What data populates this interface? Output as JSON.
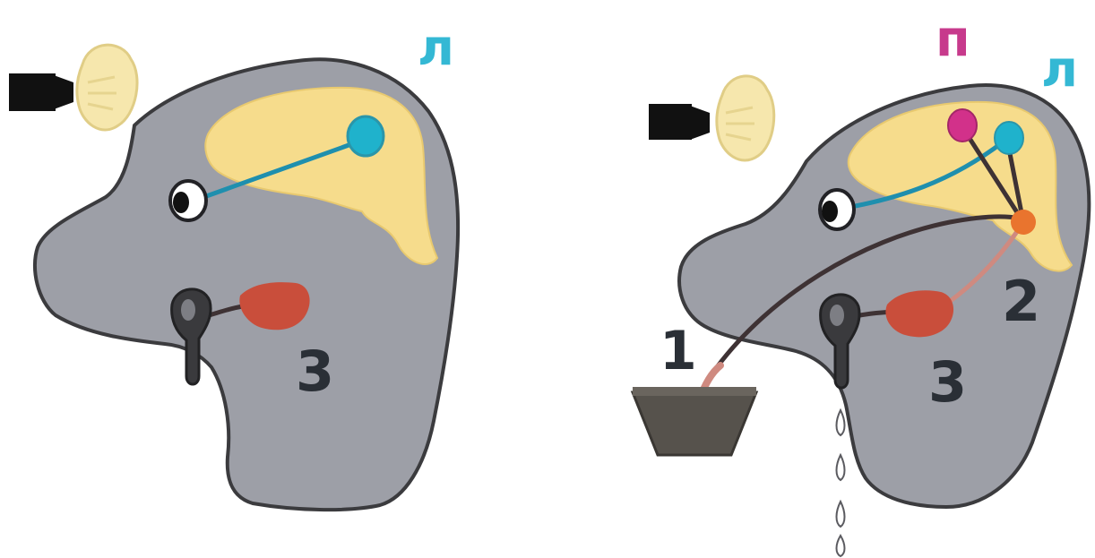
{
  "colors": {
    "background": "#ffffff",
    "head_fill": "#9d9fa7",
    "head_outline": "#3b3b3e",
    "brain": "#f6dc8c",
    "visual_center": "#1fb2cc",
    "food_center": "#d2318a",
    "salivary_center": "#e9742e",
    "salivary_gland": "#c94e3b",
    "nerve_dark": "#3e3234",
    "nerve_light": "#cf8a80",
    "optic_nerve": "#1f8fae",
    "lamp_body": "#111111",
    "lamp_light": "#f6e7ad",
    "bowl": "#56524c",
    "label_blue": "#34b8d4",
    "label_pink": "#c73a8c",
    "number_color": "#2a2f36"
  },
  "left_panel": {
    "lamp_icon": "lamp-icon",
    "label_l": "л",
    "number_3": "3"
  },
  "right_panel": {
    "lamp_icon": "lamp-icon",
    "bowl_icon": "food-bowl-icon",
    "saliva_icon": "saliva-drops-icon",
    "label_p": "п",
    "label_l": "л",
    "number_1": "1",
    "number_2": "2",
    "number_3": "3"
  }
}
